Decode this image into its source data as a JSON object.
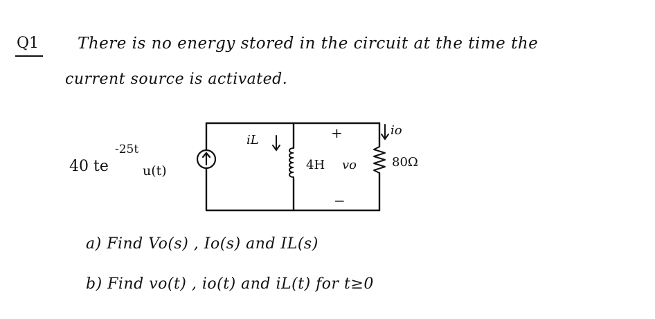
{
  "question": {
    "label": "Q1",
    "line1": "There is no energy stored in the circuit at the time the",
    "line2": "current source is activated.",
    "part_a": "a) Find  Vo(s) ,  Io(s)  and  IL(s)",
    "part_b": "b) Find  vo(t) ,  io(t)  and  iL(t)  for  t≥0"
  },
  "circuit": {
    "source_coefficient": "40 te",
    "source_exponent": "-25t",
    "source_step": "u(t)",
    "inductor_current_label": "iL",
    "resistor_current_label": "io",
    "voltage_plus": "+",
    "voltage_minus": "−",
    "inductor_value": "4H",
    "voltage_label": "vo",
    "resistor_value": "80Ω",
    "icons": [
      "current-source-icon",
      "inductor-icon",
      "resistor-icon",
      "arrow-down-icon"
    ]
  }
}
